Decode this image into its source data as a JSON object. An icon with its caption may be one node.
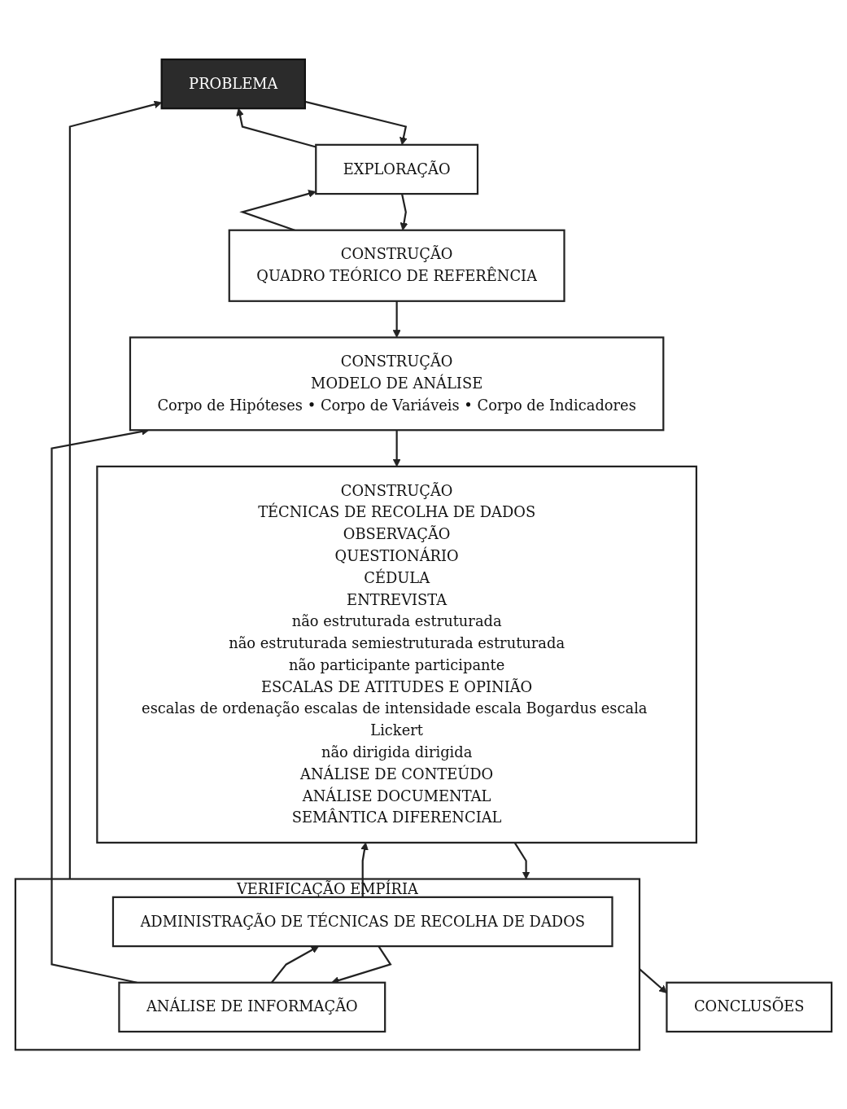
{
  "diagram": {
    "nodes": [
      {
        "text": [
          "PROBLEMA"
        ]
      },
      {
        "text": [
          "EXPLORAÇÃO"
        ]
      },
      {
        "text": [
          "CONSTRUÇÃO",
          "QUADRO TEÓRICO DE REFERÊNCIA"
        ]
      },
      {
        "text": [
          "CONSTRUÇÃO",
          "MODELO DE ANÁLISE",
          "Corpo de Hipóteses • Corpo de Variáveis • Corpo de Indicadores"
        ]
      },
      {
        "text": [
          "CONSTRUÇÃO",
          "TÉCNICAS DE RECOLHA DE DADOS",
          "OBSERVAÇÃO",
          "QUESTIONÁRIO",
          "CÉDULA",
          "ENTREVISTA",
          "não estruturada estruturada",
          "não estruturada semiestruturada estruturada",
          "não participante participante",
          "ESCALAS DE ATITUDES E OPINIÃO",
          "escalas de ordenação escalas de intensidade escala Bogardus escala Lickert",
          "não dirigida dirigida",
          "ANÁLISE DE CONTEÚDO",
          "ANÁLISE DOCUMENTAL",
          "SEMÂNTICA DIFERENCIAL"
        ]
      },
      {
        "text": [
          "VERIFICAÇÃO EMPÍRIA"
        ]
      },
      {
        "text": [
          "ADMINISTRAÇÃO DE TÉCNICAS DE RECOLHA DE DADOS"
        ],
        "in": 5
      },
      {
        "text": [
          "ANÁLISE DE INFORMAÇÃO"
        ],
        "in": 5
      },
      {
        "text": [
          "CONCLUSÕES"
        ]
      }
    ],
    "edges": [
      {
        "from": 0,
        "to": 1,
        "arrow": "to"
      },
      {
        "from": 1,
        "to": 2,
        "arrow": "to"
      },
      {
        "from": 2,
        "to": 3,
        "arrow": "to"
      },
      {
        "from": 3,
        "to": 4,
        "arrow": "to"
      },
      {
        "from": 4,
        "to": 5,
        "arrow": "to"
      },
      {
        "from": 6,
        "to": 7,
        "arrow": "to"
      },
      {
        "from": 7,
        "to": 6,
        "arrow": "to"
      },
      {
        "from": 5,
        "to": 8,
        "arrow": "to"
      },
      {
        "from": 1,
        "to": 0,
        "arrow": "to"
      },
      {
        "from": 2,
        "to": 1,
        "arrow": "to"
      },
      {
        "from": 7,
        "to": 3,
        "arrow": "to"
      },
      {
        "from": 6,
        "to": 4,
        "arrow": "to"
      },
      {
        "from": 5,
        "to": 0,
        "arrow": "to"
      }
    ]
  }
}
